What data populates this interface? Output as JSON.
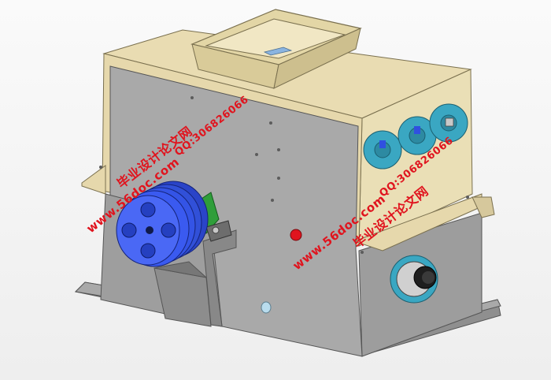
{
  "watermarks": {
    "site_left": "www.56doc.com",
    "title_left": "毕业设计论文网",
    "qq_left": "QQ:306826066",
    "site_right": "www.56doc.com",
    "title_right": "毕业设计论文网",
    "qq_right": "QQ:306826066"
  },
  "colors": {
    "housing_tan": "#e9dcb2",
    "panel_grey": "#a9a9a9",
    "pulley_blue": "#3454e6",
    "bearing_teal": "#3aa7c2",
    "motor_green": "#2f9e3a",
    "watermark_red": "#e0141e"
  }
}
